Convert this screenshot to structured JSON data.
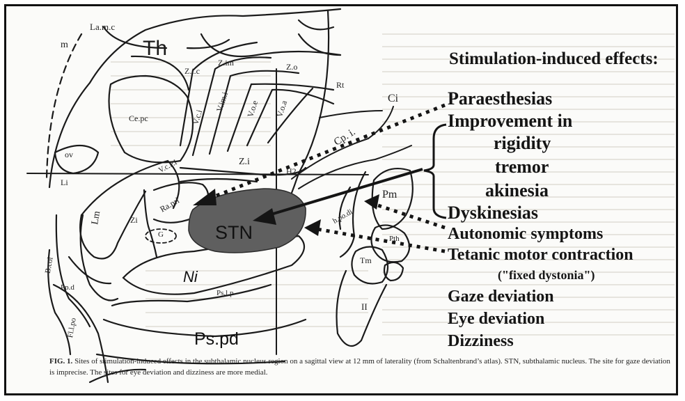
{
  "figure": {
    "regions": {
      "th": "Th",
      "lamc": "La.m.c",
      "m": "m",
      "zic": "Z.i.c",
      "zim": "Z.im",
      "zo": "Z.o",
      "rt": "Rt",
      "cpc": "Ce.pc",
      "vel": "V.c.i",
      "vimj": "V.im.i",
      "voe": "V.o.e",
      "voa": "V.o.a",
      "ci": "Ci",
      "ov": "ov",
      "li": "Li",
      "vcpi": "V.c.P.I",
      "zi": "Z.i",
      "h2": "H2",
      "cpi": "Cp. i.",
      "lm": "Lm",
      "zi2": "Zi",
      "raprl": "Ra.prl",
      "g": "G",
      "stn": "STN",
      "ni": "Ni",
      "pspd": "Ps.pd",
      "pslp": "Ps.l.p",
      "ppd": "Pp.d",
      "bcol": "B.col",
      "fllpo": "Fl.l.po",
      "pm": "Pm",
      "pth": "Pth",
      "tm": "Tm",
      "ii": "II",
      "hypo": "h.po.di"
    },
    "heading": "Stimulation-induced effects:",
    "effects": {
      "paraesthesias": "Paraesthesias",
      "improvement": "Improvement in",
      "rigidity": "rigidity",
      "tremor": "tremor",
      "akinesia": "akinesia",
      "dyskinesias": "Dyskinesias",
      "autonomic": "Autonomic symptoms",
      "tetanic": "Tetanic motor contraction",
      "fixed": "(\"fixed dystonia\")",
      "gaze": "Gaze deviation",
      "eye": "Eye deviation",
      "dizziness": "Dizziness"
    },
    "caption": {
      "label": "FIG. 1.",
      "text": "Sites of stimulation-induced effects in the subthalamic nucleus region on a sagittal view at 12 mm of laterality (from Schaltenbrand’s atlas). STN, subthalamic nucleus. The site for gaze deviation is imprecise. The sites for eye deviation and dizziness are more medial."
    },
    "colors": {
      "stn_fill": "#5f5f5f",
      "ink": "#151515"
    }
  }
}
